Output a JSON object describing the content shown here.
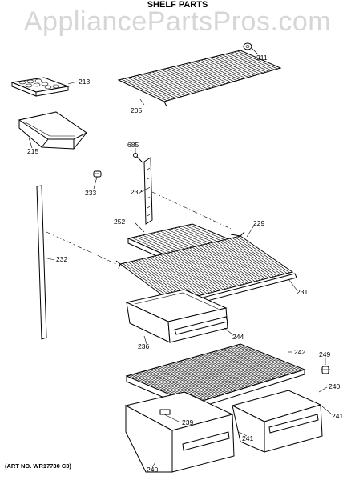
{
  "header": {
    "title": "SHELF PARTS"
  },
  "watermark": "AppliancePartsPros.com",
  "footer": {
    "art_no": "(ART NO. WR17730 C3)"
  },
  "callouts": [
    {
      "id": "c211",
      "label": "211"
    },
    {
      "id": "c213",
      "label": "213"
    },
    {
      "id": "c205",
      "label": "205"
    },
    {
      "id": "c215",
      "label": "215"
    },
    {
      "id": "c685",
      "label": "685"
    },
    {
      "id": "c233",
      "label": "233"
    },
    {
      "id": "c232a",
      "label": "232"
    },
    {
      "id": "c232b",
      "label": "232"
    },
    {
      "id": "c252",
      "label": "252"
    },
    {
      "id": "c229",
      "label": "229"
    },
    {
      "id": "c231",
      "label": "231"
    },
    {
      "id": "c236",
      "label": "236"
    },
    {
      "id": "c244",
      "label": "244"
    },
    {
      "id": "c242",
      "label": "242"
    },
    {
      "id": "c249",
      "label": "249"
    },
    {
      "id": "c240a",
      "label": "240"
    },
    {
      "id": "c241a",
      "label": "241"
    },
    {
      "id": "c239",
      "label": "239"
    },
    {
      "id": "c241b",
      "label": "241"
    },
    {
      "id": "c240b",
      "label": "240"
    }
  ]
}
